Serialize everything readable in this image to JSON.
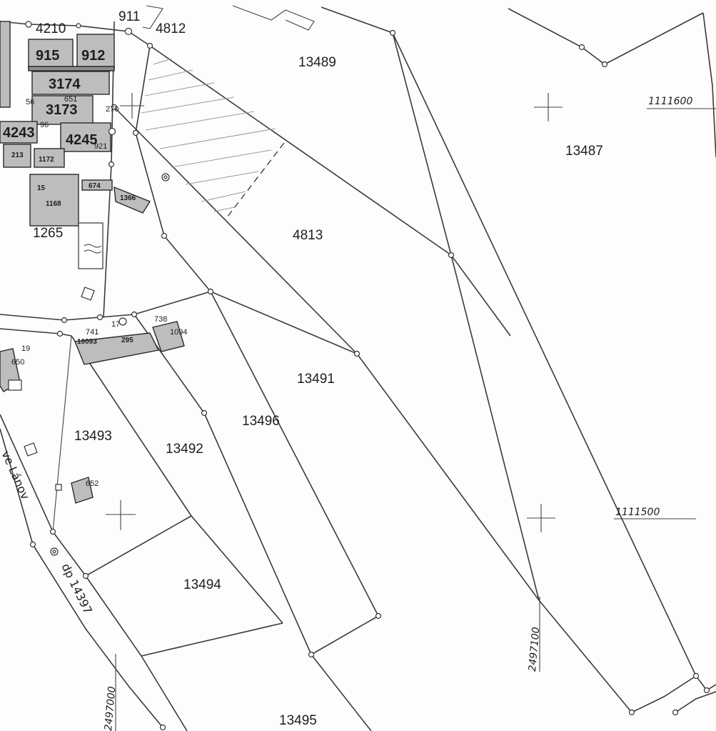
{
  "parcels": {
    "p13489": "13489",
    "p13487": "13487",
    "p4813": "4813",
    "p13491": "13491",
    "p13496": "13496",
    "p13493": "13493",
    "p13492": "13492",
    "p13494": "13494",
    "p13495": "13495"
  },
  "village_labels": {
    "l911": "911",
    "l4812": "4812",
    "l4210": "4210",
    "l915": "915",
    "l912": "912",
    "l3174": "3174",
    "l3173": "3173",
    "l4243": "4243",
    "l4245": "4245",
    "l1265": "1265",
    "l1168": "1168",
    "l213": "213",
    "l1172": "1172",
    "l15": "15",
    "l674": "674",
    "l1366": "1366",
    "l270": "270",
    "l738": "738",
    "l741": "741",
    "l17": "17",
    "l1094": "1094",
    "l295": "295",
    "l10093": "10093",
    "l19": "19",
    "l650": "650",
    "l652": "652",
    "l56": "56",
    "l96": "96",
    "l651": "651",
    "l921": "921"
  },
  "coordinates": {
    "c1111600": "1111600",
    "c1111500": "1111500",
    "c2497100": "2497100",
    "c2497000": "2497000"
  },
  "roads": {
    "road_number": "dp 14397",
    "road_name": "ve Lánov"
  }
}
